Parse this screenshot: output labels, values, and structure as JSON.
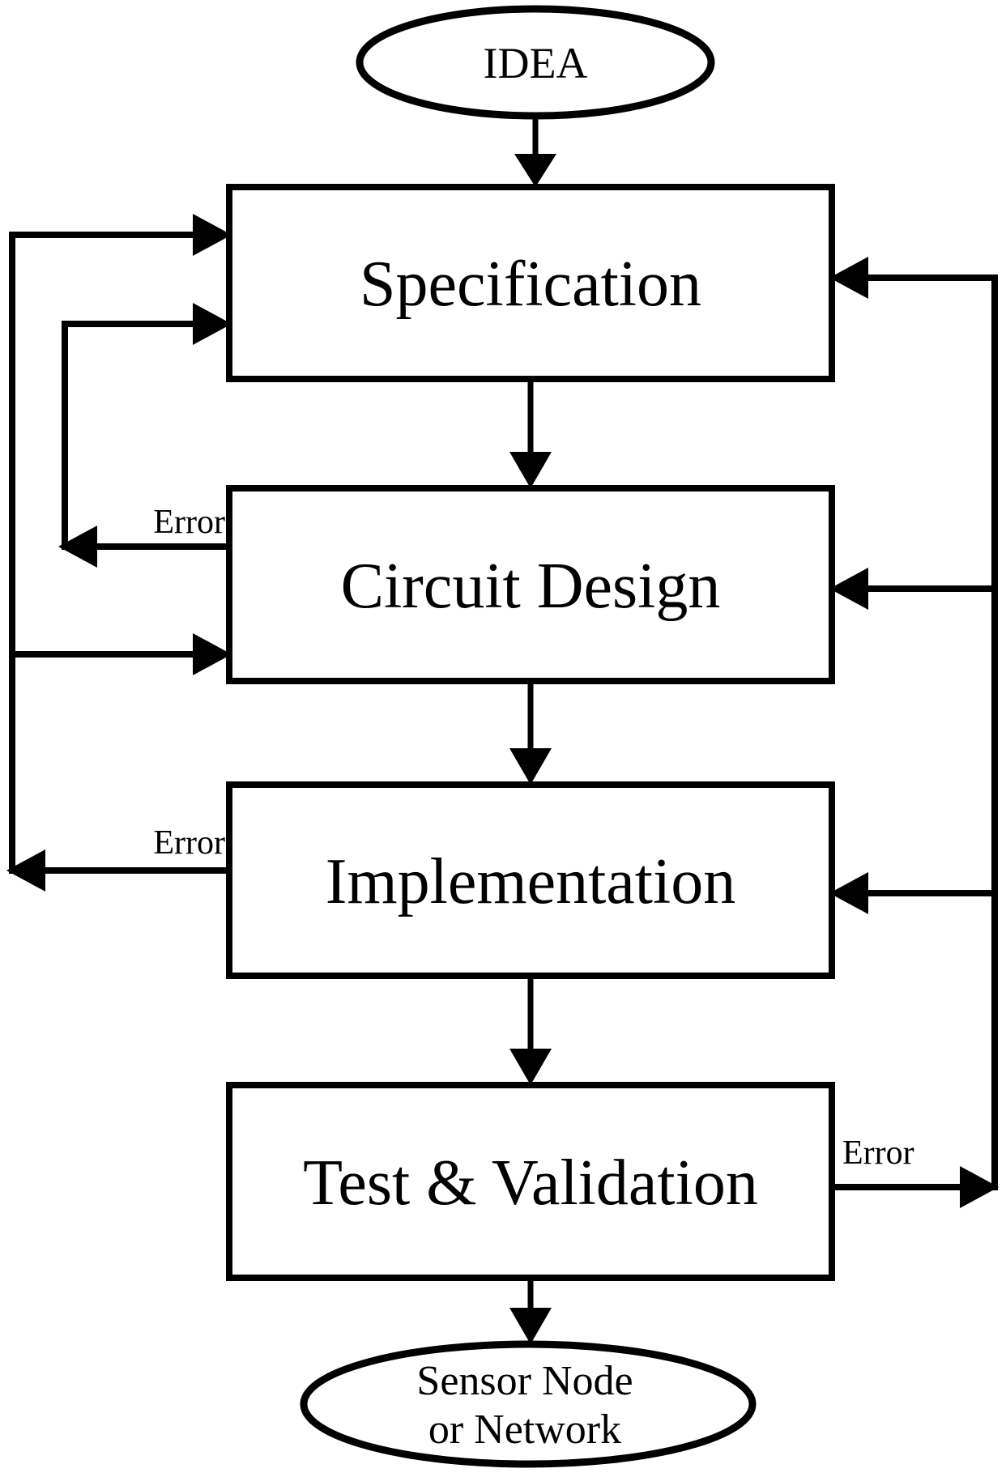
{
  "flowchart": {
    "nodes": {
      "idea": {
        "label": "IDEA",
        "shape": "ellipse"
      },
      "specification": {
        "label": "Specification",
        "shape": "rect"
      },
      "circuit_design": {
        "label": "Circuit Design",
        "shape": "rect"
      },
      "implementation": {
        "label": "Implementation",
        "shape": "rect"
      },
      "test_validation": {
        "label": "Test & Validation",
        "shape": "rect"
      },
      "output": {
        "label_line1": "Sensor Node",
        "label_line2": "or Network",
        "shape": "ellipse"
      }
    },
    "edge_labels": {
      "circuit_design_error": "Error",
      "implementation_error": "Error",
      "test_validation_error": "Error"
    },
    "edges": [
      {
        "from": "idea",
        "to": "specification"
      },
      {
        "from": "specification",
        "to": "circuit_design"
      },
      {
        "from": "circuit_design",
        "to": "implementation"
      },
      {
        "from": "implementation",
        "to": "test_validation"
      },
      {
        "from": "test_validation",
        "to": "output"
      },
      {
        "from": "circuit_design",
        "to": "specification",
        "label": "Error",
        "side": "left-inner"
      },
      {
        "from": "implementation",
        "to": "specification",
        "label": "Error",
        "side": "left-outer"
      },
      {
        "from": "implementation",
        "to": "circuit_design",
        "label": "Error",
        "side": "left-outer"
      },
      {
        "from": "test_validation",
        "to": "specification",
        "label": "Error",
        "side": "right"
      },
      {
        "from": "test_validation",
        "to": "circuit_design",
        "label": "Error",
        "side": "right"
      },
      {
        "from": "test_validation",
        "to": "implementation",
        "label": "Error",
        "side": "right"
      }
    ],
    "colors": {
      "line": "#000000",
      "text": "#000000",
      "background": "#ffffff"
    }
  }
}
